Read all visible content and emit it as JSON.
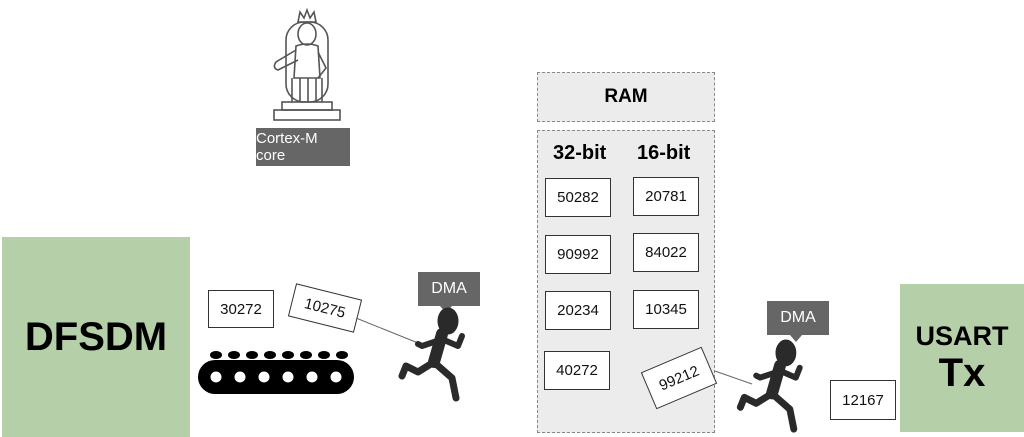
{
  "core": {
    "label": "Cortex-M core"
  },
  "dfsdm": {
    "label": "DFSDM"
  },
  "usart": {
    "line1": "USART",
    "line2": "Tx"
  },
  "ram": {
    "title": "RAM",
    "col_headers": [
      "32-bit",
      "16-bit"
    ],
    "col32": [
      "50282",
      "90992",
      "20234",
      "40272"
    ],
    "col16": [
      "20781",
      "84022",
      "10345"
    ]
  },
  "dma_left": {
    "label": "DMA",
    "carried_value": "10275"
  },
  "dma_right": {
    "label": "DMA",
    "carried_value": "99212"
  },
  "conveyor_value": "30272",
  "usart_value": "12167",
  "colors": {
    "peripheral_green": "#b5cfa9",
    "label_gray": "#666666",
    "ram_bg": "#ececec"
  }
}
